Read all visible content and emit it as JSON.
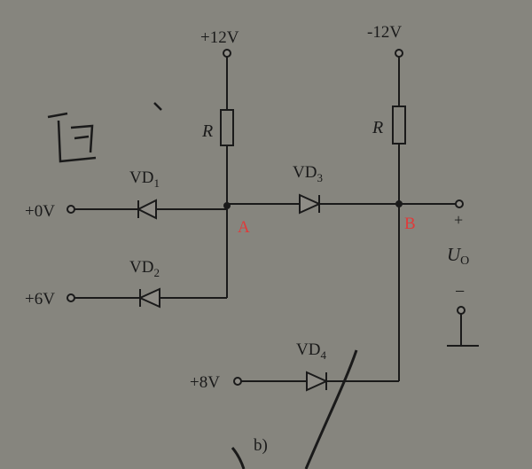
{
  "circuit": {
    "rail_left": "+12V",
    "rail_right": "-12V",
    "resistor_left_label": "R",
    "resistor_right_label": "R",
    "inputs": {
      "in0": "+0V",
      "in6": "+6V",
      "in8": "+8V"
    },
    "diodes": {
      "vd1": {
        "base": "VD",
        "sub": "1"
      },
      "vd2": {
        "base": "VD",
        "sub": "2"
      },
      "vd3": {
        "base": "VD",
        "sub": "3"
      },
      "vd4": {
        "base": "VD",
        "sub": "4"
      }
    },
    "nodes": {
      "a": "A",
      "b": "B"
    },
    "output": {
      "plus": "+",
      "minus": "−",
      "label_base": "U",
      "label_sub": "O"
    },
    "caption": "b)"
  },
  "colors": {
    "paper": "#8f8d87",
    "ink": "#1a1a1a",
    "node_label": "#e03a3a"
  }
}
